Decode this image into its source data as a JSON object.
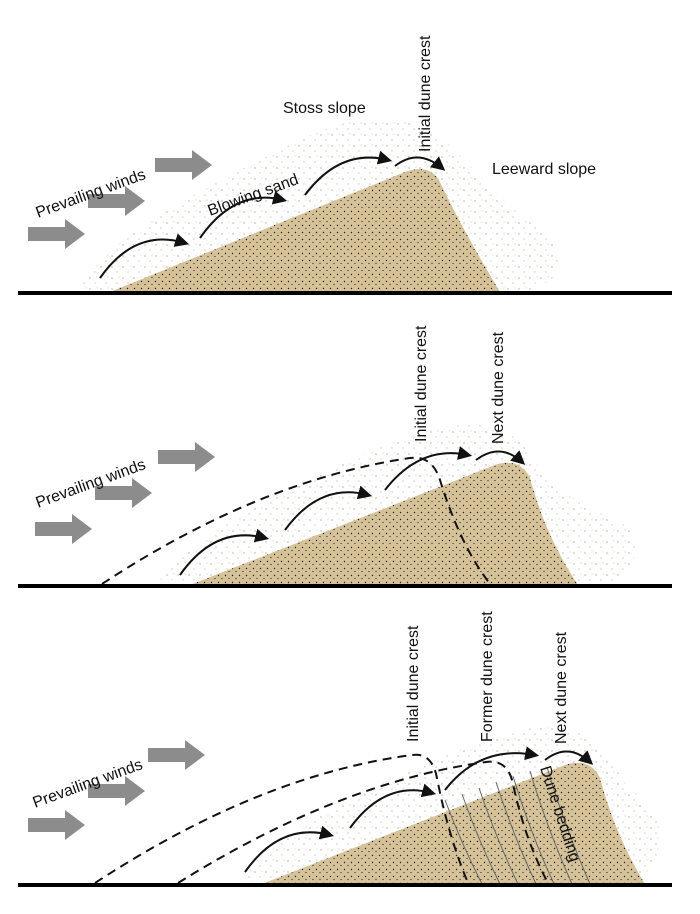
{
  "colors": {
    "sand": "#d6c298",
    "ground": "#000000",
    "arrow_gray": "#8c8c8c",
    "text": "#111111"
  },
  "panels": [
    {
      "wind_label": "Prevailing winds",
      "stoss_label": "Stoss slope",
      "blowing_label": "Blowing sand",
      "crest_label": "Initial dune crest",
      "leeward_label": "Leeward slope"
    },
    {
      "wind_label": "Prevailing winds",
      "crest_label": "Initial dune crest",
      "next_label": "Next dune crest"
    },
    {
      "wind_label": "Prevailing winds",
      "crest_label": "Initial dune crest",
      "former_label": "Former dune crest",
      "next_label": "Next dune crest",
      "bedding_label": "Dune bedding"
    }
  ]
}
